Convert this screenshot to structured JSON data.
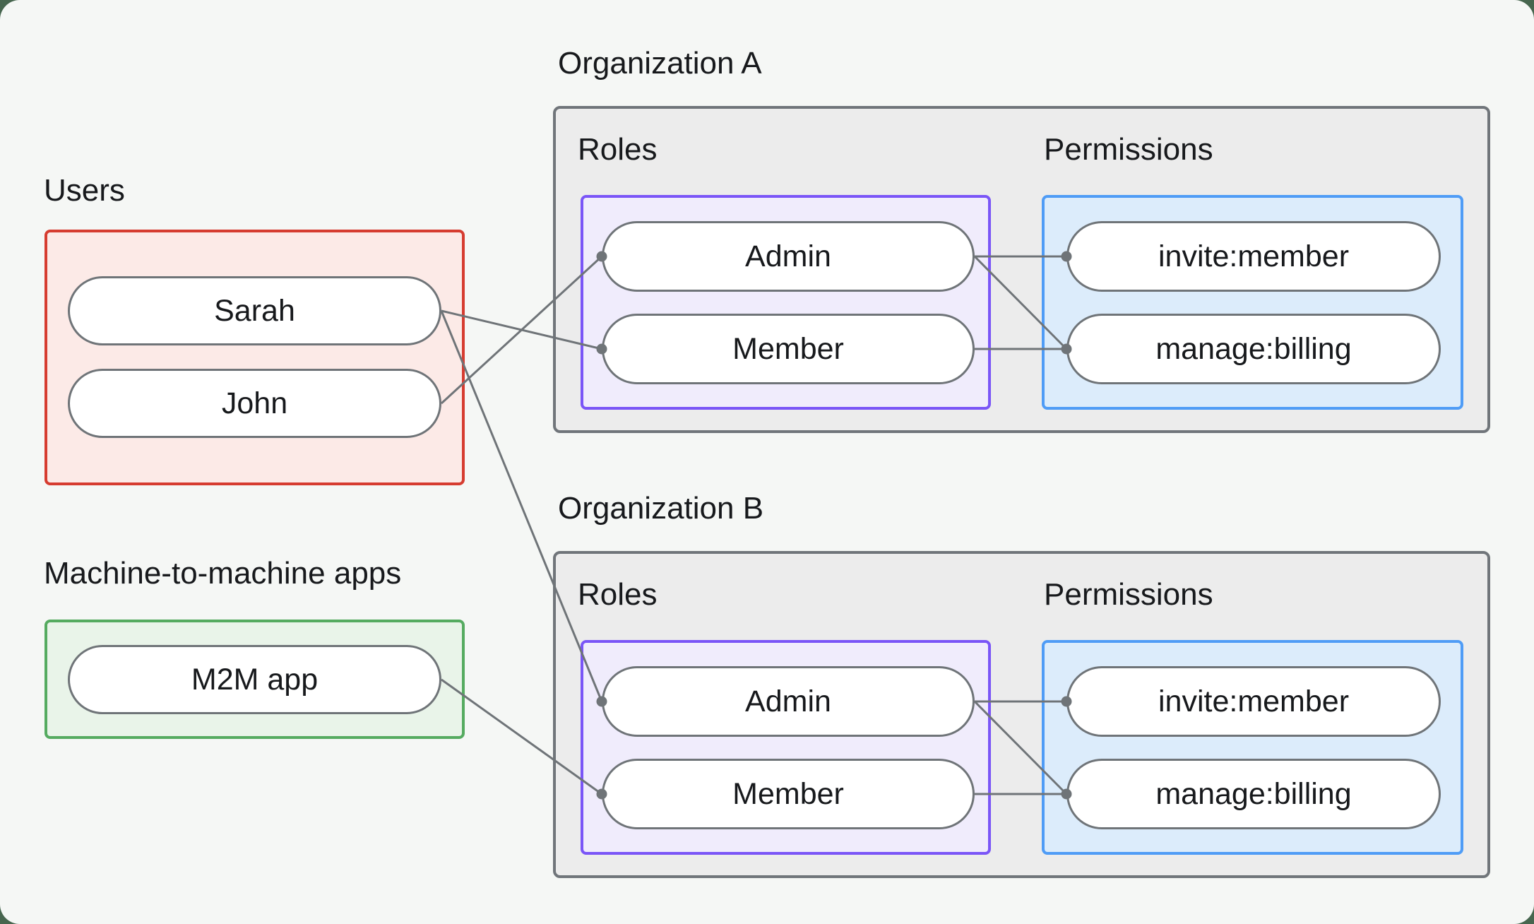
{
  "canvas": {
    "background_color": "#f5f7f5",
    "page_behind_color": "#47664f"
  },
  "users_group": {
    "label": "Users",
    "border_color": "#d63c30",
    "fill_color": "#fceae7",
    "items": [
      {
        "label": "Sarah"
      },
      {
        "label": "John"
      }
    ]
  },
  "m2m_group": {
    "label": "Machine-to-machine apps",
    "border_color": "#55ab60",
    "fill_color": "#e9f4e9",
    "items": [
      {
        "label": "M2M app"
      }
    ]
  },
  "org_a": {
    "title": "Organization A",
    "roles_label": "Roles",
    "permissions_label": "Permissions",
    "roles_border_color": "#7a55f7",
    "roles_fill_color": "#f0ecfc",
    "permissions_border_color": "#4f9cf6",
    "permissions_fill_color": "#dcecfb",
    "roles": [
      {
        "label": "Admin"
      },
      {
        "label": "Member"
      }
    ],
    "permissions": [
      {
        "label": "invite:member"
      },
      {
        "label": "manage:billing"
      }
    ]
  },
  "org_b": {
    "title": "Organization B",
    "roles_label": "Roles",
    "permissions_label": "Permissions",
    "roles_border_color": "#7a55f7",
    "roles_fill_color": "#f0ecfc",
    "permissions_border_color": "#4f9cf6",
    "permissions_fill_color": "#dcecfb",
    "roles": [
      {
        "label": "Admin"
      },
      {
        "label": "Member"
      }
    ],
    "permissions": [
      {
        "label": "invite:member"
      },
      {
        "label": "manage:billing"
      }
    ]
  },
  "connections": [
    {
      "from": "Sarah",
      "to": "Organization A / Member"
    },
    {
      "from": "John",
      "to": "Organization A / Admin"
    },
    {
      "from": "Sarah",
      "to": "Organization B / Admin"
    },
    {
      "from": "M2M app",
      "to": "Organization B / Member"
    },
    {
      "from": "Organization A / Admin",
      "to": "Organization A / invite:member"
    },
    {
      "from": "Organization A / Admin",
      "to": "Organization A / manage:billing"
    },
    {
      "from": "Organization A / Member",
      "to": "Organization A / manage:billing"
    },
    {
      "from": "Organization B / Admin",
      "to": "Organization B / invite:member"
    },
    {
      "from": "Organization B / Admin",
      "to": "Organization B / manage:billing"
    },
    {
      "from": "Organization B / Member",
      "to": "Organization B / manage:billing"
    }
  ],
  "edge_style": {
    "line_color": "#6f7478",
    "dot_color": "#6f7478"
  }
}
